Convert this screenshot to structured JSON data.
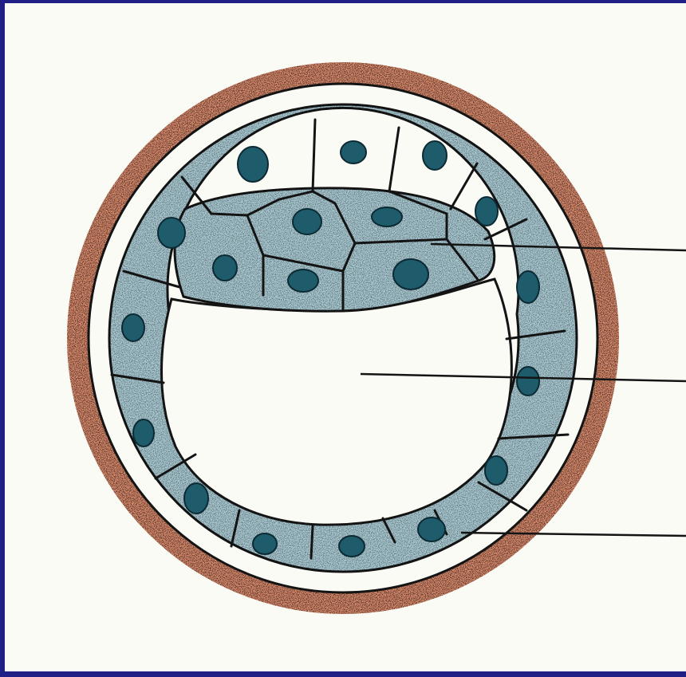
{
  "colors": {
    "frame_border": "#1f1f86",
    "background": "#fbfbf6",
    "outer_layer": "#d98a6c",
    "cell_fill": "#a9c9d2",
    "nucleus": "#1f5c6b",
    "outline": "#141414"
  },
  "diagram": {
    "subject": "blastocyst-cross-section",
    "parts": [
      "zona-pellucida",
      "trophoblast",
      "inner-cell-mass",
      "blastocoel"
    ]
  },
  "labels": [
    {
      "id": "inner-cell-mass",
      "text": ""
    },
    {
      "id": "blastocoel",
      "text": ""
    },
    {
      "id": "trophoblast",
      "text": ""
    }
  ]
}
